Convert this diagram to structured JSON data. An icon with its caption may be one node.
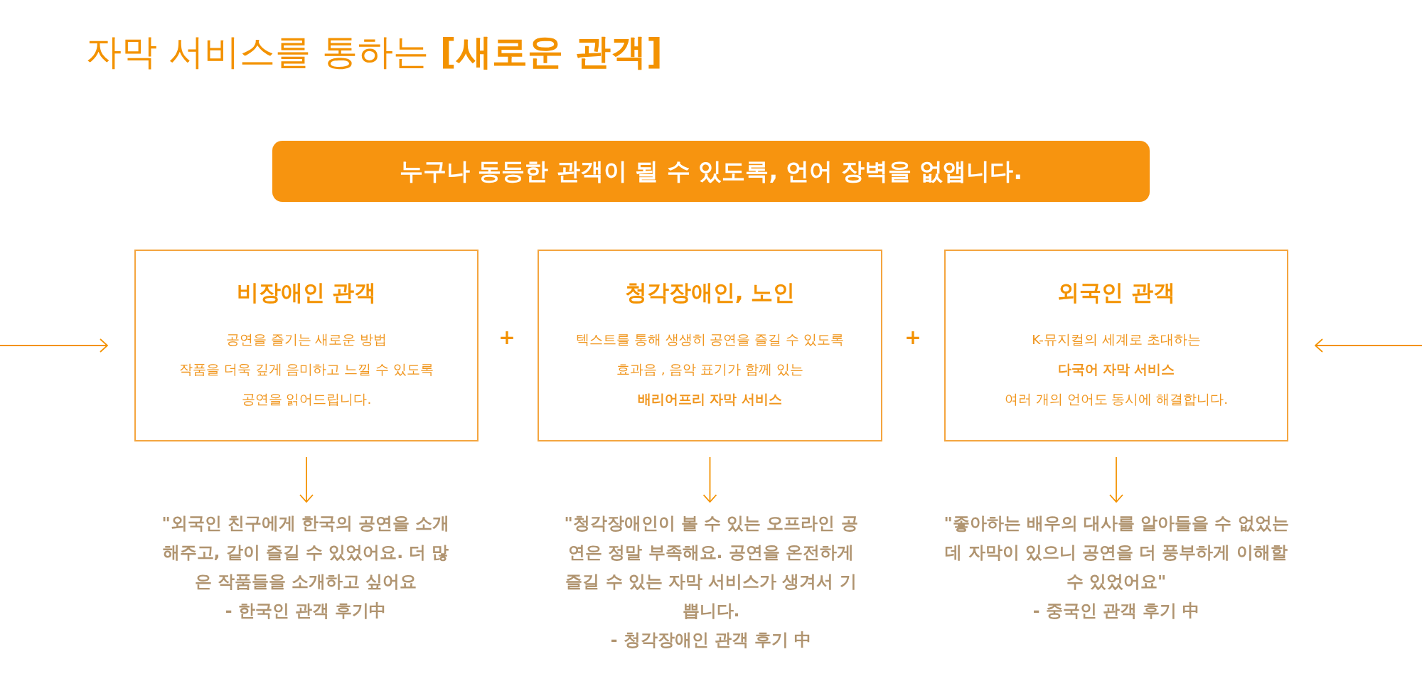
{
  "diagram": {
    "title": "자막 서비스를 통하는 **[새로운 관객]**",
    "nodes": [
      {
        "text": [
          "누구나 동등한 관객이 될 수 있도록, 언어 장벽을 없앱니다."
        ]
      },
      {
        "text": [
          "비장애인 관객",
          "공연을 즐기는 새로운 방법",
          "작품을 더욱 깊게 음미하고 느낄 수 있도록",
          "공연을 읽어드립니다."
        ]
      },
      {
        "text": [
          "청각장애인, 노인",
          "텍스트를 통해 생생히 공연을 즐길 수 있도록",
          "효과음 , 음악 표기가 함께 있는",
          "**배리어프리 자막 서비스**"
        ]
      },
      {
        "text": [
          "외국인 관객",
          "K-뮤지컬의 세계로 초대하는",
          "**다국어 자막 서비스**",
          "여러 개의 언어도 동시에 해결합니다."
        ]
      },
      {
        "text": [
          "\"외국인 친구에게 한국의 공연을 소개해주고, 같이 즐길 수 있었어요. 더 많은 작품들을 소개하고 싶어요",
          "- 한국인 관객 후기中"
        ]
      },
      {
        "text": [
          "\"청각장애인이 볼 수 있는 오프라인 공연은 정말 부족해요. 공연을 온전하게 즐길 수 있는 자막 서비스가 생겨서 기쁩니다.",
          "- 청각장애인 관객 후기 中"
        ]
      },
      {
        "text": [
          "\"좋아하는 배우의 대사를 알아들을 수 없었는데 자막이 있으니 공연을 더 풍부하게 이해할 수 있었어요\"",
          "- 중국인 관객 후기 中"
        ]
      }
    ],
    "edges": [
      {
        "from": null,
        "to": 1,
        "arrow": "to"
      },
      {
        "from": null,
        "to": 3,
        "arrow": "to"
      },
      {
        "from": 1,
        "to": 4,
        "arrow": "to"
      },
      {
        "from": 2,
        "to": 5,
        "arrow": "to"
      },
      {
        "from": 3,
        "to": 6,
        "arrow": "to"
      }
    ],
    "labels": [
      "+",
      "+"
    ]
  }
}
